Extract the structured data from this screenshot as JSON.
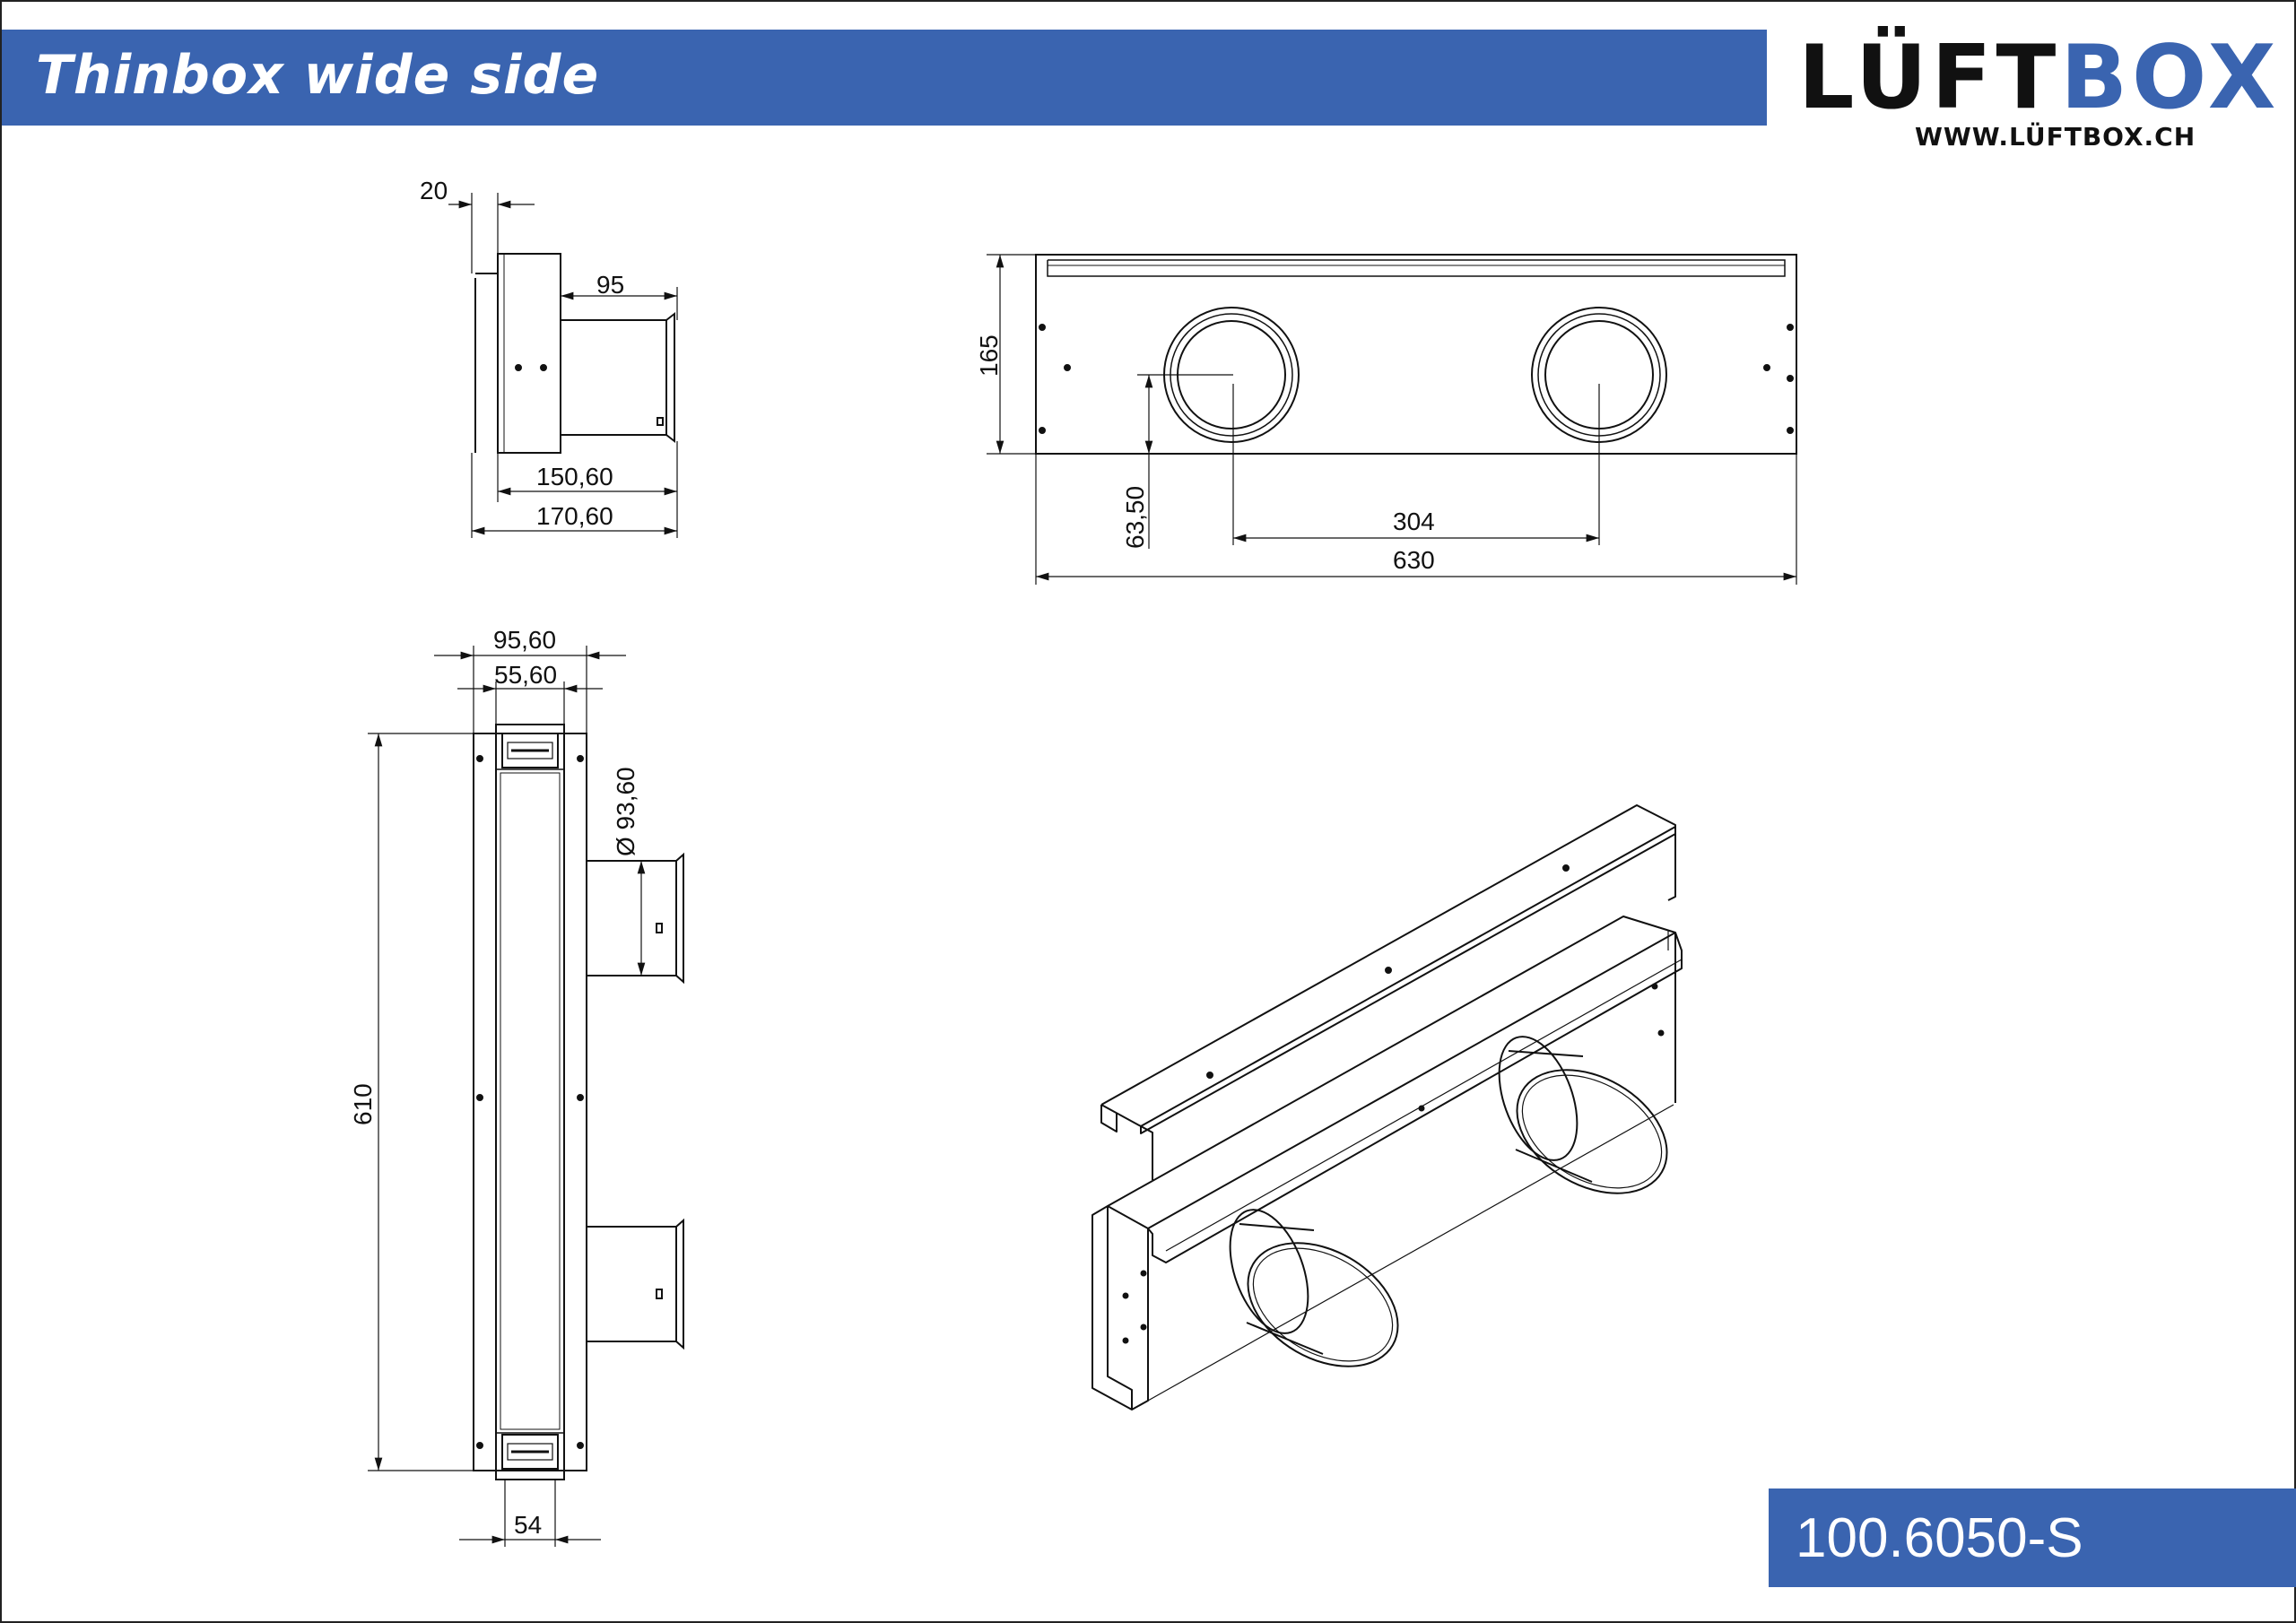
{
  "title": "Thinbox wide side",
  "logo": {
    "part1": "LÜFT",
    "part2": "BOX",
    "url": "WWW.LÜFTBOX.CH"
  },
  "article_number": "100.6050-S",
  "colors": {
    "brand_blue": "#3a64b0",
    "line": "#111111"
  },
  "dimensions": {
    "side_view": {
      "flange": "20",
      "pipe_length": "95",
      "body_depth": "150,60",
      "total_depth": "170,60"
    },
    "front_view": {
      "height": "165",
      "axis_height": "63,50",
      "pipe_spacing": "304",
      "width": "630"
    },
    "top_view": {
      "outer_width": "95,60",
      "inner_width": "55,60",
      "diameter": "Ø 93,60",
      "length": "610",
      "bottom_width": "54"
    }
  }
}
